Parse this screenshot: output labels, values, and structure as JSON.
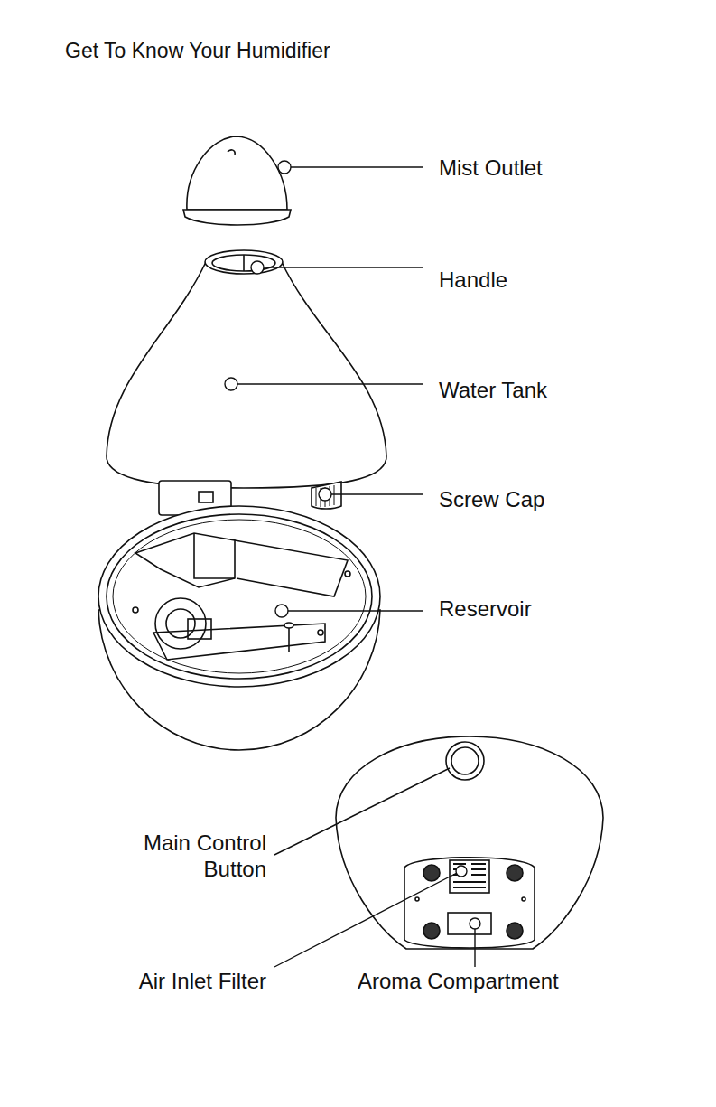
{
  "diagram": {
    "title": "Get To Know Your Humidifier",
    "labels": [
      "Mist Outlet",
      "Handle",
      "Water Tank",
      "Screw Cap",
      "Reservoir",
      "Main Control Button",
      "Air Inlet Filter",
      "Aroma Compartment"
    ]
  }
}
